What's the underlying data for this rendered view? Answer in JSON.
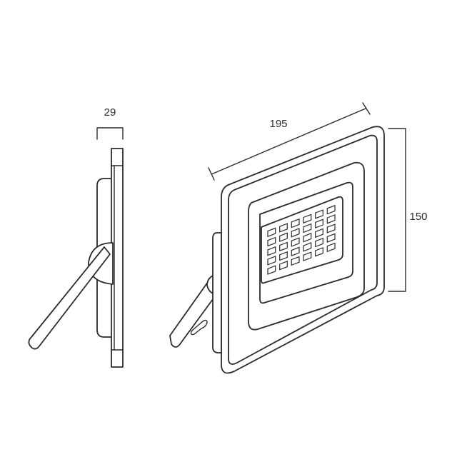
{
  "dimensions": {
    "depth": "29",
    "width": "195",
    "height": "150"
  },
  "led_grid": {
    "rows": 5,
    "cols": 6
  }
}
